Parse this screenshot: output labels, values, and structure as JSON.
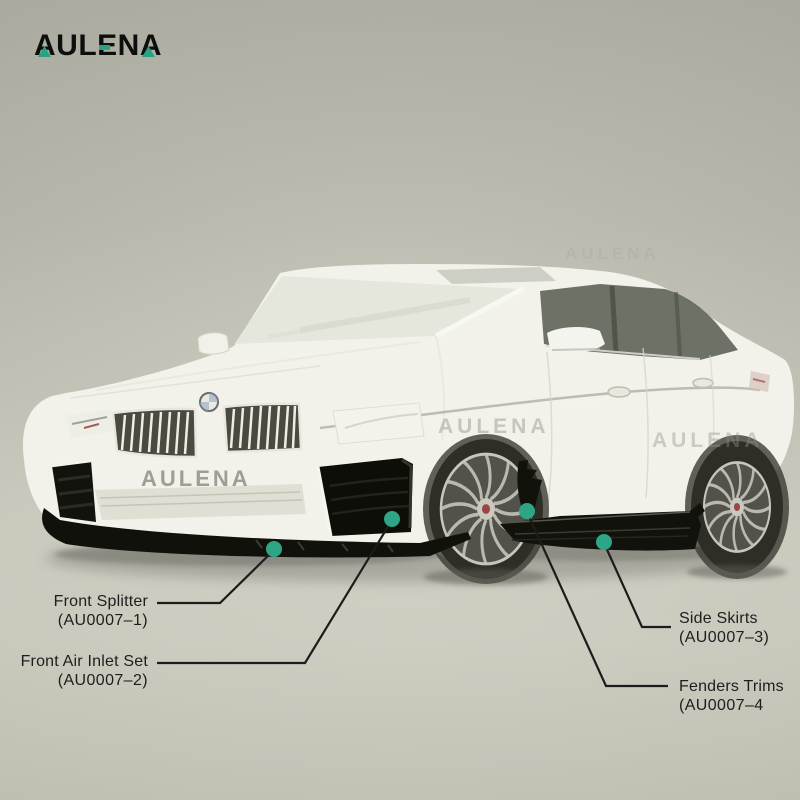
{
  "brand": {
    "logo_text": "AULENA"
  },
  "watermark": {
    "text": "AULENA",
    "plate_text": "AULENA"
  },
  "callouts": [
    {
      "name": "Front Splitter",
      "part_no": "(AU0007–1)"
    },
    {
      "name": "Front Air Inlet Set",
      "part_no": "(AU0007–2)"
    },
    {
      "name": "Side Skirts",
      "part_no": "(AU0007–3)"
    },
    {
      "name": "Fenders Trims",
      "part_no": "(AU0007–4"
    }
  ],
  "scene": {
    "subject": "White sedan, three-quarter front view, with gloss black aero parts marked by teal dots"
  },
  "colors": {
    "accent_teal": "#2aa183",
    "dot_teal": "#2ea585",
    "leader_line": "#1c1c1c",
    "label_text": "#1e1e1e",
    "background_top": "#b2b2a6",
    "floor": "#d3d3c6",
    "car_body": "#f2f2ea",
    "aero_black": "#11110b"
  }
}
